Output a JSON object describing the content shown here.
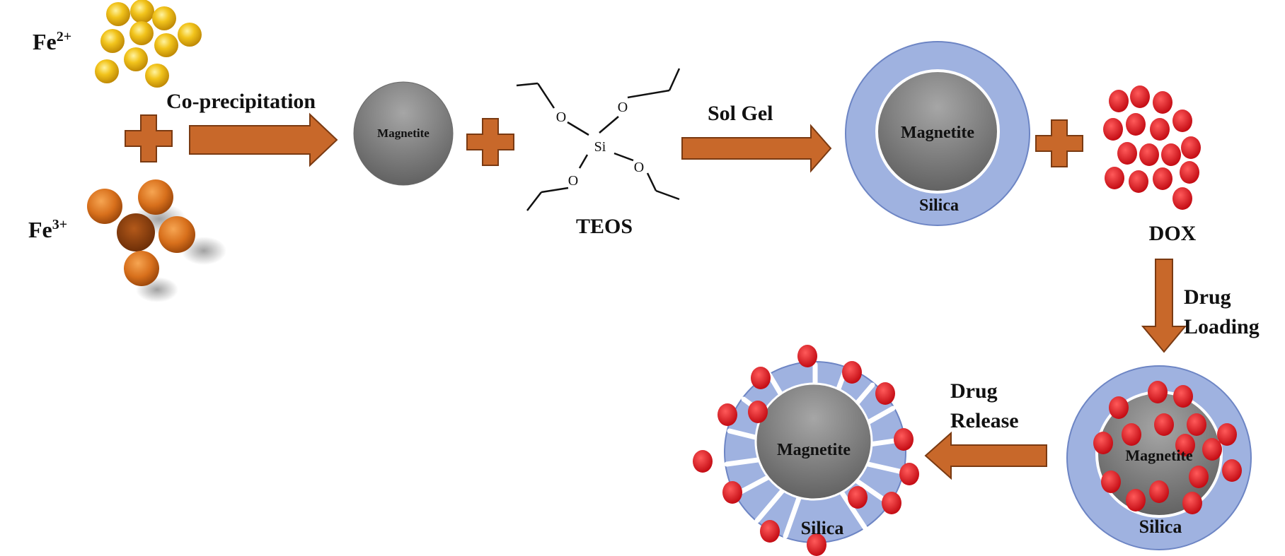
{
  "labels": {
    "fe2": "Fe",
    "fe2_charge": "2+",
    "fe3": "Fe",
    "fe3_charge": "3+",
    "coprecipitation": "Co-precipitation",
    "magnetite": "Magnetite",
    "teos": "TEOS",
    "si": "Si",
    "oxygen": "O",
    "sol_gel": "Sol Gel",
    "silica": "Silica",
    "dox": "DOX",
    "drug_loading_1": "Drug",
    "drug_loading_2": "Loading",
    "drug_release_1": "Drug",
    "drug_release_2": "Release"
  },
  "colors": {
    "arrow": "#c8682a",
    "arrow_stroke": "#7a3a12",
    "magnetite_core": "#8c8c8c",
    "silica_shell": "#9fb2e0",
    "silica_stroke": "#6d85c4",
    "drug": "#d8131c",
    "fe2_particle": "#f0c419",
    "fe3_particle": "#d8731f"
  },
  "icons": [
    "plus-icon",
    "arrow-right-icon",
    "arrow-down-icon",
    "arrow-left-icon"
  ]
}
